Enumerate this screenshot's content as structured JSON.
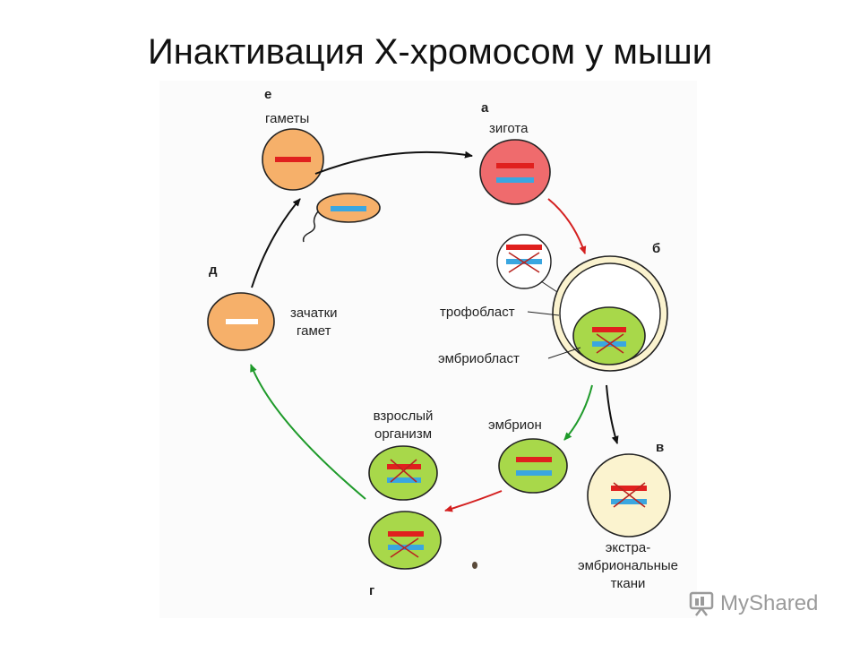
{
  "title": "Инактивация Х-хромосом у мыши",
  "stages": {
    "a": {
      "letter": "а",
      "label": "зигота"
    },
    "b": {
      "letter": "б",
      "trophoblast": "трофобласт",
      "embryoblast": "эмбриобласт"
    },
    "v": {
      "letter": "в",
      "label_lines": [
        "экстра-",
        "эмбриональные",
        "ткани"
      ]
    },
    "g": {
      "letter": "г",
      "embryo": "эмбрион",
      "adult_lines": [
        "взрослый",
        "организм"
      ]
    },
    "d": {
      "letter": "д",
      "label_lines": [
        "зачатки",
        "гамет"
      ]
    },
    "e": {
      "letter": "е",
      "label": "гаметы"
    }
  },
  "watermark": "MyShared",
  "colors": {
    "maternal_x": "#e0201e",
    "paternal_x": "#3aa6e0",
    "inactivation_cross": "#b8241f",
    "gamete_fill": "#f6b06a",
    "zygote_fill": "#ef6b6d",
    "embryo_fill": "#a8d84a",
    "extra_fill": "#fbf3cf",
    "arrow_black": "#111111",
    "arrow_red": "#d42020",
    "arrow_green": "#1e9a2a"
  }
}
